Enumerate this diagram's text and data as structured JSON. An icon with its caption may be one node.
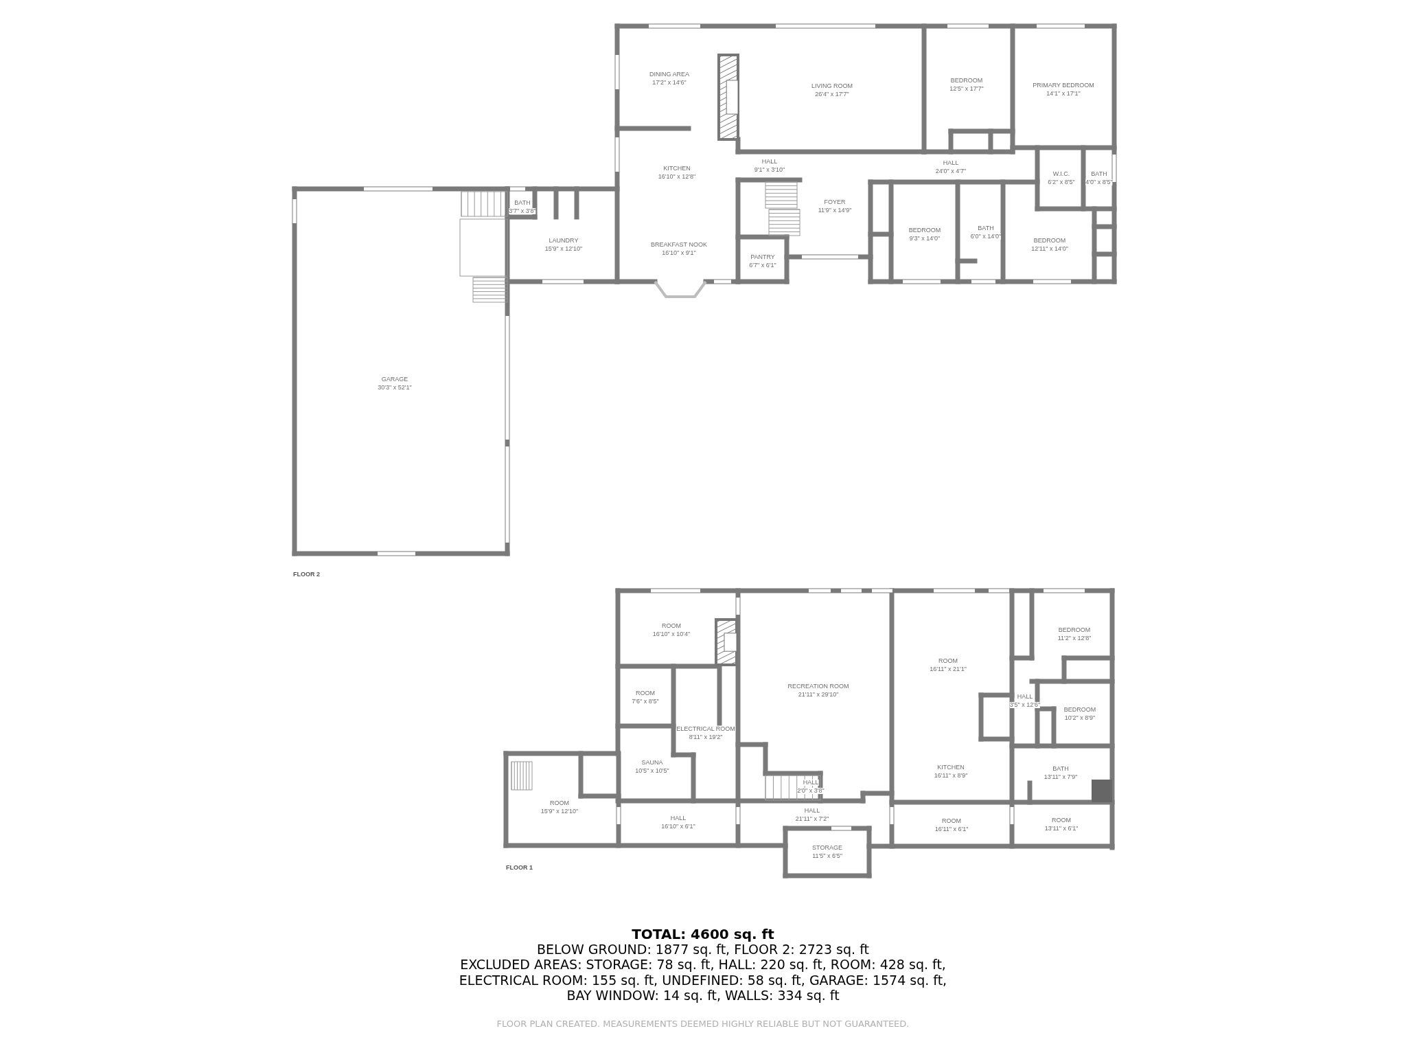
{
  "diagram": {
    "labels": [
      "DINING AREA",
      "17'2\" x 14'6\"",
      "LIVING ROOM",
      "26'4\" x 17'7\"",
      "BEDROOM",
      "12'5\" x 17'7\"",
      "PRIMARY BEDROOM",
      "14'1\" x 17'1\"",
      "HALL",
      "9'1\" x 3'10\"",
      "HALL",
      "24'0\" x 4'7\"",
      "KITCHEN",
      "16'10\" x 12'8\"",
      "W.I.C.",
      "6'2\" x 8'5\"",
      "BATH",
      "4'0\" x 8'5\"",
      "BATH",
      "3'7\" x 3'8\"",
      "FOYER",
      "11'9\" x 14'9\"",
      "BATH",
      "6'0\" x 14'0\"",
      "BEDROOM",
      "9'3\" x 14'0\"",
      "LAUNDRY",
      "15'9\" x 12'10\"",
      "BREAKFAST NOOK",
      "16'10\" x 9'1\"",
      "BEDROOM",
      "12'11\" x 14'0\"",
      "PANTRY",
      "6'7\" x 6'1\"",
      "GARAGE",
      "30'3\" x 52'1\"",
      "FLOOR 2",
      "ROOM",
      "16'10\" x 10'4\"",
      "BEDROOM",
      "11'2\" x 12'8\"",
      "ROOM",
      "16'11\" x 21'1\"",
      "RECREATION ROOM",
      "21'11\" x 29'10\"",
      "ROOM",
      "7'6\" x 8'5\"",
      "HALL",
      "3'5\" x 12'6\"",
      "BEDROOM",
      "10'2\" x 8'9\"",
      "ELECTRICAL ROOM",
      "8'11\" x 19'2\"",
      "SAUNA",
      "10'5\" x 10'5\"",
      "KITCHEN",
      "16'11\" x 8'9\"",
      "BATH",
      "13'11\" x 7'9\"",
      "HALL",
      "2'0\" x 3'8\"",
      "ROOM",
      "15'9\" x 12'10\"",
      "HALL",
      "21'11\" x 7'2\"",
      "HALL",
      "16'10\" x 6'1\"",
      "ROOM",
      "16'11\" x 6'1\"",
      "ROOM",
      "13'11\" x 6'1\"",
      "STORAGE",
      "11'5\" x 6'5\"",
      "FLOOR 1",
      "TOTAL: 4600 sq. ft",
      "BELOW GROUND: 1877 sq. ft, FLOOR 2: 2723 sq. ft",
      "EXCLUDED AREAS: STORAGE: 78 sq. ft, HALL: 220 sq. ft, ROOM: 428 sq. ft,",
      "ELECTRICAL ROOM: 155 sq. ft, UNDEFINED: 58 sq. ft, GARAGE: 1574 sq. ft,",
      "BAY WINDOW: 14 sq. ft, WALLS: 334 sq. ft",
      "FLOOR PLAN CREATED. MEASUREMENTS DEEMED HIGHLY RELIABLE BUT NOT GUARANTEED."
    ]
  }
}
